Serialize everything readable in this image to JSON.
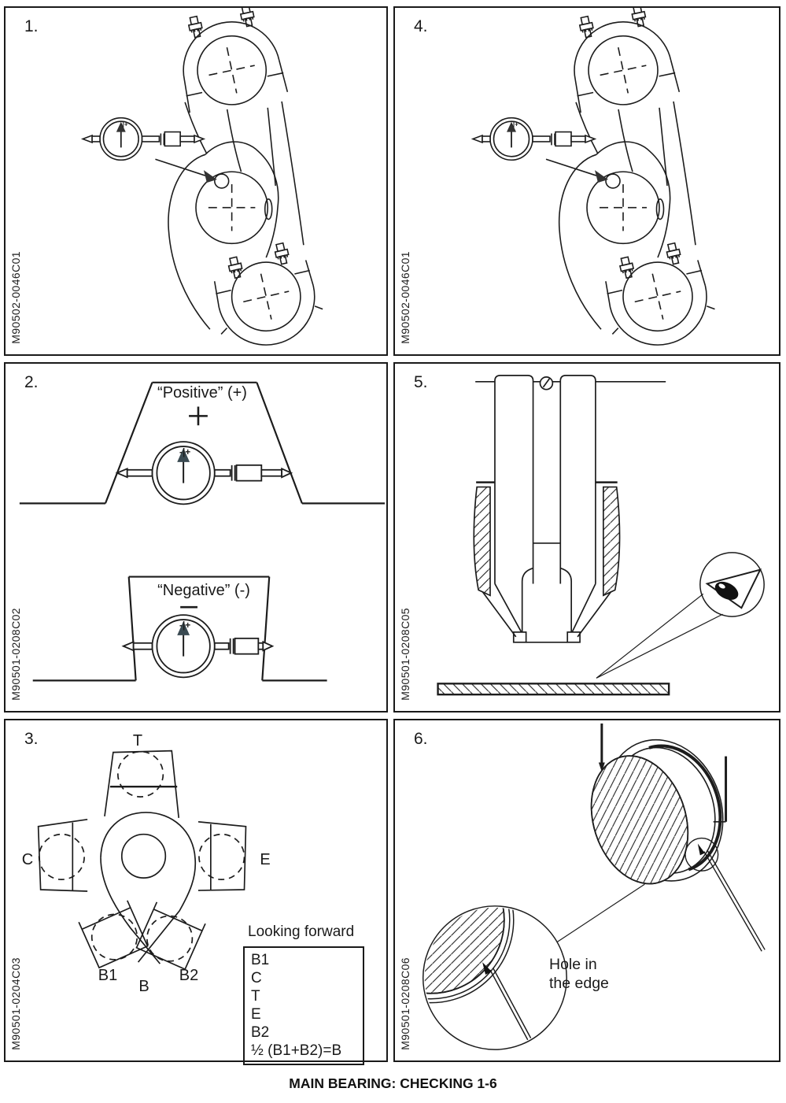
{
  "page": {
    "caption": "MAIN BEARING: CHECKING 1-6"
  },
  "panels": {
    "p1": {
      "number": "1.",
      "figure_code": "M90502-0046C01"
    },
    "p2": {
      "number": "2.",
      "figure_code": "M90501-0208C02",
      "positive_label": "“Positive” (+)",
      "negative_label": "“Negative” (-)"
    },
    "p3": {
      "number": "3.",
      "figure_code": "M90501-0204C03",
      "labels": {
        "top": "T",
        "left": "C",
        "right": "E",
        "bottom_left": "B1",
        "bottom": "B",
        "bottom_right": "B2"
      },
      "legend": {
        "title": "Looking forward",
        "items": [
          "B1",
          "C",
          "T",
          "E",
          "B2",
          "½ (B1+B2)=B"
        ]
      }
    },
    "p4": {
      "number": "4.",
      "figure_code": "M90502-0046C01"
    },
    "p5": {
      "number": "5.",
      "figure_code": "M90501-0208C05"
    },
    "p6": {
      "number": "6.",
      "figure_code": "M90501-0208C06",
      "callout_line1": "Hole in",
      "callout_line2": "the edge"
    }
  }
}
